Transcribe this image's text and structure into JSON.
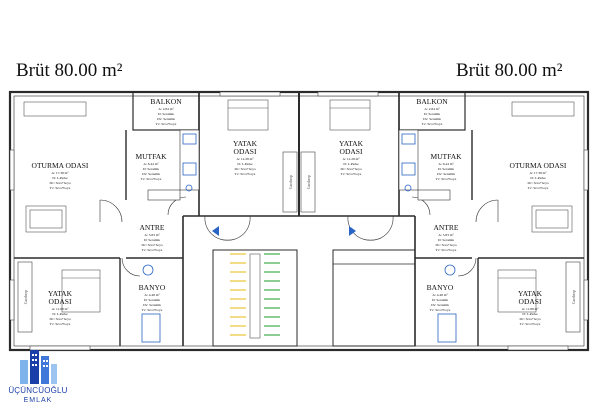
{
  "header": {
    "left_area": "Brüt 80.00 m²",
    "right_area": "Brüt 80.00 m²"
  },
  "rooms": {
    "balkon_l": {
      "name": "BALKON",
      "d1": "A: 2.84 m²",
      "d2": "D: Seramik",
      "d3": "Dv: Seramik",
      "d4": "Tv: Sıva+boya"
    },
    "balkon_r": {
      "name": "BALKON",
      "d1": "A: 2.84 m²",
      "d2": "D: Seramik",
      "d3": "Dv: Seramik",
      "d4": "Tv: Sıva+boya"
    },
    "oturma_l": {
      "name": "OTURMA ODASI",
      "d1": "A: 17.38 m²",
      "d2": "D: L.Parke",
      "d3": "Dv: Sıva+boya",
      "d4": "Tv: Sıva+boya"
    },
    "oturma_r": {
      "name": "OTURMA ODASI",
      "d1": "A: 17.38 m²",
      "d2": "D: L.Parke",
      "d3": "Dv: Sıva+boya",
      "d4": "Tv: Sıva+boya"
    },
    "mutfak_l": {
      "name": "MUTFAK",
      "d1": "A: 6.44 m²",
      "d2": "D: Seramik",
      "d3": "Dv: Seramik",
      "d4": "Tv: Sıva+boya"
    },
    "mutfak_r": {
      "name": "MUTFAK",
      "d1": "A: 6.44 m²",
      "d2": "D: Seramik",
      "d3": "Dv: Seramik",
      "d4": "Tv: Sıva+boya"
    },
    "yatak1_l": {
      "name1": "YATAK",
      "name2": "ODASI",
      "d1": "A: 12.28 m²",
      "d2": "D: L.Parke",
      "d3": "Dv: Sıva+boya",
      "d4": "Tv: Sıva+boya"
    },
    "yatak1_r": {
      "name1": "YATAK",
      "name2": "ODASI",
      "d1": "A: 12.28 m²",
      "d2": "D: L.Parke",
      "d3": "Dv: Sıva+boya",
      "d4": "Tv: Sıva+boya"
    },
    "antre_l": {
      "name": "ANTRE",
      "d1": "A: 5.83 m²",
      "d2": "D: Seramik",
      "d3": "Dv: Sıva+boya",
      "d4": "Tv: Sıva+boya"
    },
    "antre_r": {
      "name": "ANTRE",
      "d1": "A: 5.83 m²",
      "d2": "D: Seramik",
      "d3": "Dv: Sıva+boya",
      "d4": "Tv: Sıva+boya"
    },
    "yatak2_l": {
      "name1": "YATAK",
      "name2": "ODASI",
      "d1": "A: 11.88 m²",
      "d2": "D: L.Parke",
      "d3": "Dv: Sıva+boya",
      "d4": "Tv: Sıva+boya"
    },
    "yatak2_r": {
      "name1": "YATAK",
      "name2": "ODASI",
      "d1": "A: 11.88 m²",
      "d2": "D: L.Parke",
      "d3": "Dv: Sıva+boya",
      "d4": "Tv: Sıva+boya"
    },
    "banyo_l": {
      "name": "BANYO",
      "d1": "A: 4.48 m²",
      "d2": "D: Seramik",
      "d3": "Dv: Seramik",
      "d4": "Tv: Sıva+boya"
    },
    "banyo_r": {
      "name": "BANYO",
      "d1": "A: 4.48 m²",
      "d2": "D: Seramik",
      "d3": "Dv: Seramik",
      "d4": "Tv: Sıva+boya"
    }
  },
  "labels": {
    "gardrop": "Gardırop"
  },
  "logo": {
    "name": "ÜÇÜNCÜOĞLU",
    "sub": "EMLAK"
  },
  "colors": {
    "wall": "#2b2b2b",
    "fixture_blue": "#2a64c4",
    "stair_yellow": "#e8c43a",
    "stair_green": "#3fae4a",
    "brand_blue": "#1b3fa8"
  }
}
